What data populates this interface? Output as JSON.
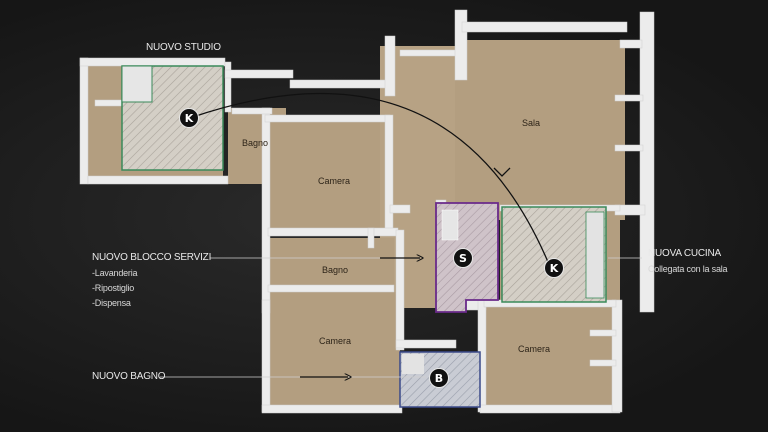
{
  "annotations": {
    "studio": "NUOVO STUDIO",
    "services": "NUOVO BLOCCO SERVIZI",
    "services_items": [
      "-Lavanderia",
      "-Ripostiglio",
      "-Dispensa"
    ],
    "kitchen": "NUOVA CUCINA",
    "kitchen_sub": "Collegata con la sala",
    "bathroom": "NUOVO BAGNO"
  },
  "rooms": {
    "sala": "Sala",
    "bagno_small": "Bagno",
    "camera_top": "Camera",
    "bagno_mid": "Bagno",
    "camera_bottom_left": "Camera",
    "camera_bottom_right": "Camera"
  },
  "markers": {
    "k_studio": "K",
    "s_services": "S",
    "k_kitchen": "K",
    "b_bath": "B"
  },
  "colors": {
    "background": "#1b1b1b",
    "floor": "#b39e80",
    "wall": "#ececec",
    "studio_outline": "#3a8a5a",
    "kitchen_outline": "#3a8a5a",
    "services_outline": "#6a2a8a",
    "bath_outline": "#3a4a8a"
  }
}
